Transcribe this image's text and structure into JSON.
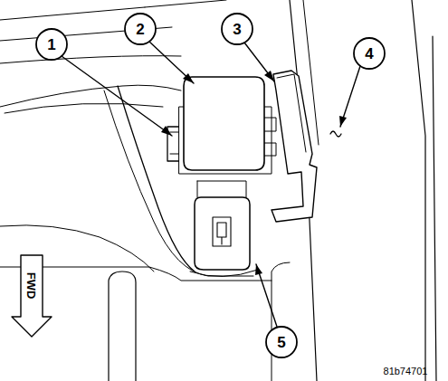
{
  "diagram": {
    "labels": [
      "1",
      "2",
      "3",
      "4",
      "5",
      "FWD",
      "81b74701"
    ]
  }
}
